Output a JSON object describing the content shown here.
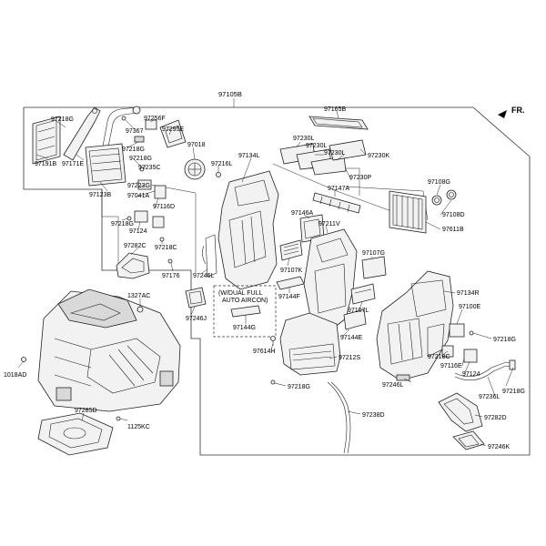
{
  "diagram": {
    "assembly_label": "97105B",
    "direction_label": "FR.",
    "variant_note_line1": "(W/DUAL FULL",
    "variant_note_line2": "AUTO AIRCON)",
    "parts": {
      "p97218G_a": "97218G",
      "p97191B": "97191B",
      "p97171E": "97171E",
      "p97123B": "97123B",
      "p97367": "97367",
      "p97256F": "97256F",
      "p97295E": "97295E",
      "p97218G_b": "97218G",
      "p97218G_c": "97218G",
      "p97235C": "97235C",
      "p97018": "97018",
      "p97216L": "97216L",
      "p97223G": "97223G",
      "p97041A": "97041A",
      "p97116D": "97116D",
      "p97218G_d": "97218G",
      "p97124_a": "97124",
      "p97218C_a": "97218C",
      "p97282C": "97282C",
      "p97176": "97176",
      "p97246L_a": "97246L",
      "p97246J": "97246J",
      "p1327AC": "1327AC",
      "p1018AD": "1018AD",
      "p97285D": "97285D",
      "p1125KC": "1125KC",
      "p97134L": "97134L",
      "p97165B": "97165B",
      "p97230L_a": "97230L",
      "p97230L_b": "97230L",
      "p97230L_c": "97230L",
      "p97230K": "97230K",
      "p97230P": "97230P",
      "p97147A": "97147A",
      "p97146A": "97146A",
      "p97211V": "97211V",
      "p97107K": "97107K",
      "p97144F": "97144F",
      "p97144G": "97144G",
      "p97107G": "97107G",
      "p97107L": "97107L",
      "p97144E": "97144E",
      "p97614H": "97614H",
      "p97212S": "97212S",
      "p97218G_e": "97218G",
      "p97238D": "97238D",
      "p97108G": "97108G",
      "p97108D": "97108D",
      "p97611B": "97611B",
      "p97134R": "97134R",
      "p97100E": "97100E",
      "p97218G_f": "97218G",
      "p97218C_b": "97218C",
      "p97116E": "97116E",
      "p97124_b": "97124",
      "p97236L": "97236L",
      "p97218G_g": "97218G",
      "p97246L_b": "97246L",
      "p97282D": "97282D",
      "p97246K": "97246K"
    }
  }
}
